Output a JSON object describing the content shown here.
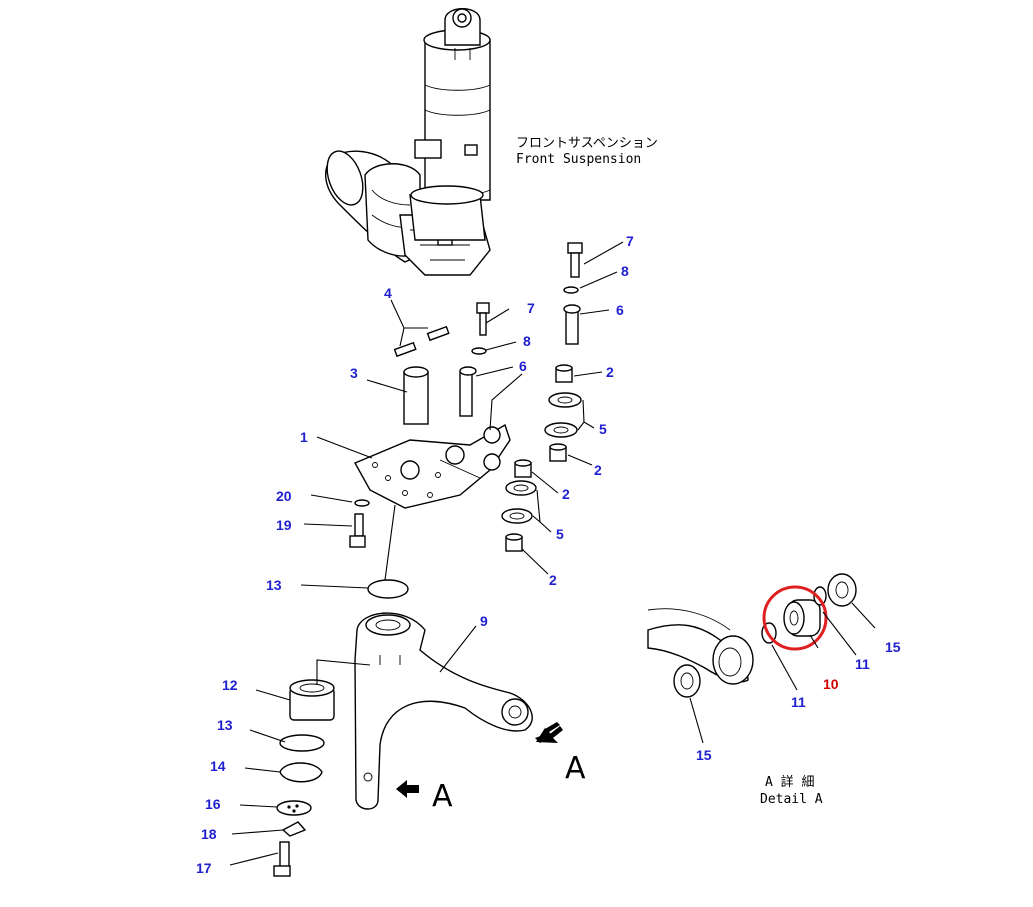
{
  "title": {
    "jp": "フロントサスペンション",
    "en": "Front Suspension"
  },
  "detail": {
    "jp": "A 詳 細",
    "en": "Detail A"
  },
  "view_letter_right": "A",
  "view_letter_bottom": "A",
  "callouts": [
    {
      "id": "c1",
      "label": "1"
    },
    {
      "id": "c2a",
      "label": "2"
    },
    {
      "id": "c2b",
      "label": "2"
    },
    {
      "id": "c2c",
      "label": "2"
    },
    {
      "id": "c2d",
      "label": "2"
    },
    {
      "id": "c3",
      "label": "3"
    },
    {
      "id": "c4",
      "label": "4"
    },
    {
      "id": "c5a",
      "label": "5"
    },
    {
      "id": "c5b",
      "label": "5"
    },
    {
      "id": "c6a",
      "label": "6"
    },
    {
      "id": "c6b",
      "label": "6"
    },
    {
      "id": "c7a",
      "label": "7"
    },
    {
      "id": "c7b",
      "label": "7"
    },
    {
      "id": "c8a",
      "label": "8"
    },
    {
      "id": "c8b",
      "label": "8"
    },
    {
      "id": "c9",
      "label": "9"
    },
    {
      "id": "c10",
      "label": "10",
      "highlight": true
    },
    {
      "id": "c11a",
      "label": "11"
    },
    {
      "id": "c11b",
      "label": "11"
    },
    {
      "id": "c12",
      "label": "12"
    },
    {
      "id": "c13a",
      "label": "13"
    },
    {
      "id": "c13b",
      "label": "13"
    },
    {
      "id": "c14",
      "label": "14"
    },
    {
      "id": "c15a",
      "label": "15"
    },
    {
      "id": "c15b",
      "label": "15"
    },
    {
      "id": "c16",
      "label": "16"
    },
    {
      "id": "c17",
      "label": "17"
    },
    {
      "id": "c18",
      "label": "18"
    },
    {
      "id": "c19",
      "label": "19"
    },
    {
      "id": "c20",
      "label": "20"
    }
  ],
  "colors": {
    "callout": "#1f1fd0",
    "highlight_text": "#d00000",
    "highlight_ring": "#e02020",
    "line": "#000000"
  }
}
